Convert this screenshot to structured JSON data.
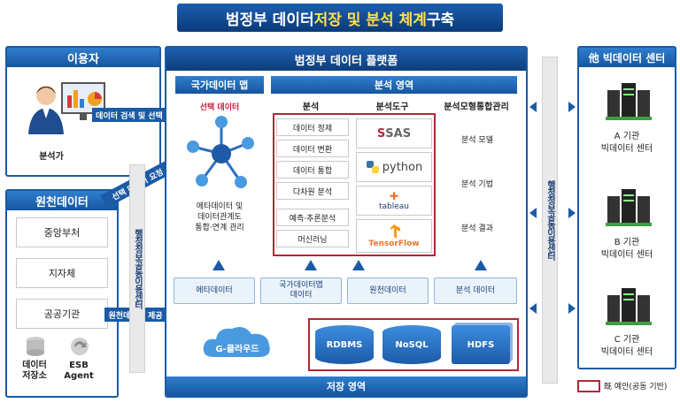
{
  "title": {
    "part1": "범정부 데이터 ",
    "highlight": "저장 및 분석 체계",
    "part2": " 구축"
  },
  "user_panel": {
    "header": "이용자",
    "analyst": "분석가"
  },
  "source_panel": {
    "header": "원천데이터",
    "items": [
      "중앙부처",
      "지자체",
      "공공기관"
    ],
    "store_label": "데이터\n저장소",
    "esb_label": "ESB\nAgent"
  },
  "arrows": {
    "search_select": "데이터 검색 및 선택",
    "request": "선택 데이터 요청",
    "provide": "원천데이터 제공"
  },
  "vertical_left": "행정정보공동이용센터",
  "vertical_right": "행정정보공동이용센터",
  "platform": {
    "header": "범정부 데이터 플랫폼",
    "map_header": "국가데이터 맵",
    "selected_label": "선택 데이터",
    "map_desc": "메타데이터 및\n데이터관계도\n통합·연계 관리",
    "analysis_header": "분석 영역",
    "col_analysis": "분석",
    "col_tools": "분석도구",
    "col_models": "분석모형통합관리",
    "analysis_items": [
      "데이터 정제",
      "데이터 변환",
      "데이터 통합",
      "다차원 분석",
      "예측·추론분석",
      "머신러닝"
    ],
    "tools": [
      "SAS",
      "python",
      "tableau",
      "TensorFlow"
    ],
    "model_items": [
      "분석 모델",
      "분석 기법",
      "분석 결과"
    ],
    "data_layers": [
      "메타데이터",
      "국가데이터맵\n데이터",
      "원천데이터",
      "분석 데이터"
    ],
    "cloud": "G-클라우드",
    "dbs": [
      "RDBMS",
      "NoSQL",
      "HDFS"
    ],
    "storage_footer": "저장 영역"
  },
  "bigdata_panel": {
    "header": "他 빅데이터 센터",
    "centers": [
      "A 기관\n빅데이터 센터",
      "B 기관\n빅데이터 센터",
      "C 기관\n빅데이터 센터"
    ]
  },
  "legend": {
    "text": "既 예안(공동 기반)"
  },
  "colors": {
    "primary": "#1b5aa6",
    "highlight": "#ffe14d",
    "red_box": "#b3263a"
  }
}
